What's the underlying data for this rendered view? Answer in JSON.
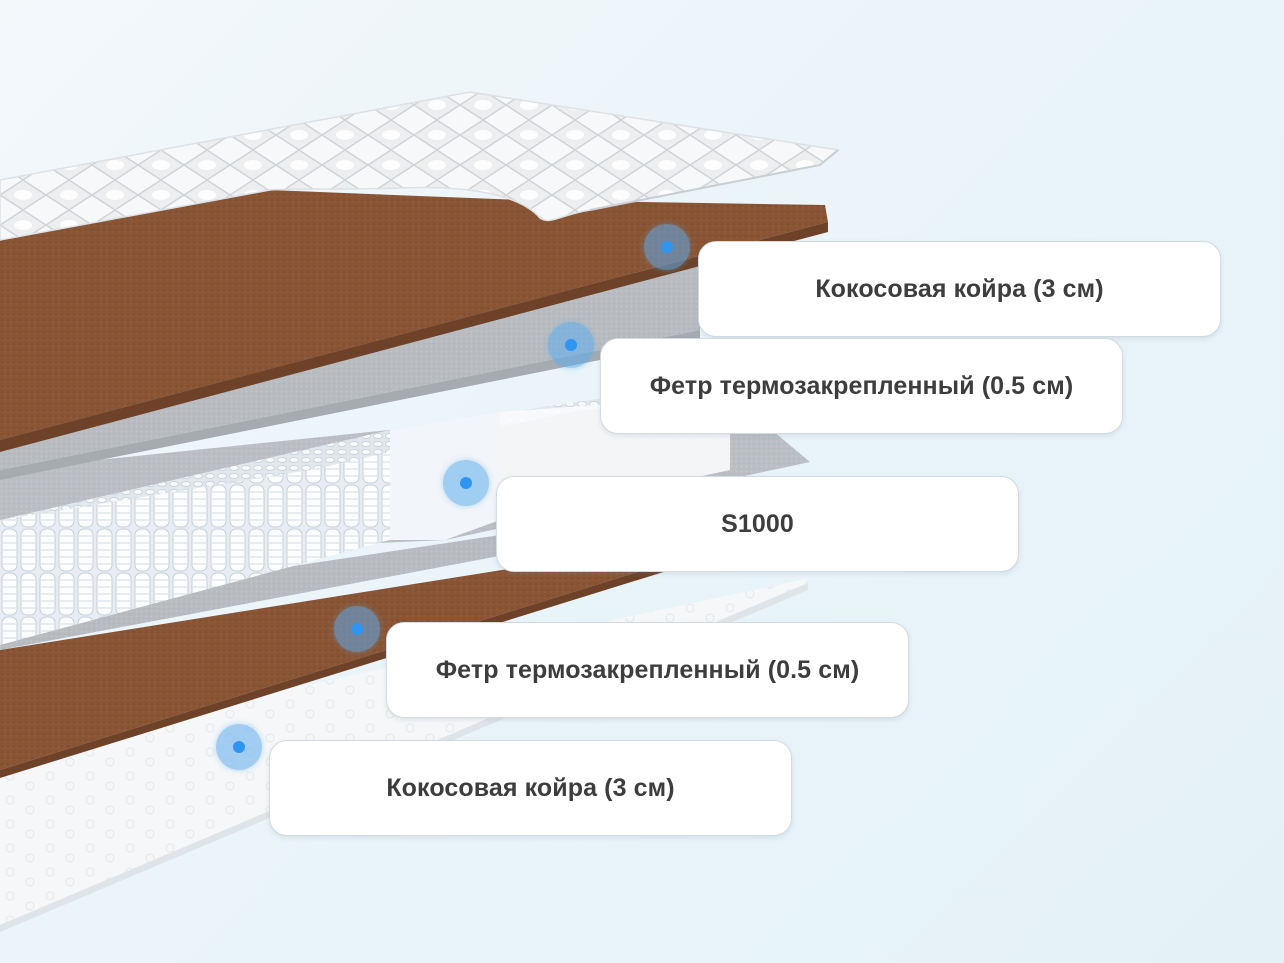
{
  "layers": [
    {
      "id": "top-coir",
      "label": "Кокосовая койра (3 см)"
    },
    {
      "id": "top-felt",
      "label": "Фетр термозакрепленный (0.5 см)"
    },
    {
      "id": "springs",
      "label": "S1000"
    },
    {
      "id": "bottom-felt",
      "label": "Фетр термозакрепленный (0.5 см)"
    },
    {
      "id": "bottom-coir",
      "label": "Кокосовая койра (3 см)"
    }
  ],
  "colors": {
    "coir": "#8a5535",
    "felt": "#b9bdc2",
    "cover": "#f4f6f8",
    "marker": "#2f95f0",
    "label_text": "#3d3d3d"
  }
}
